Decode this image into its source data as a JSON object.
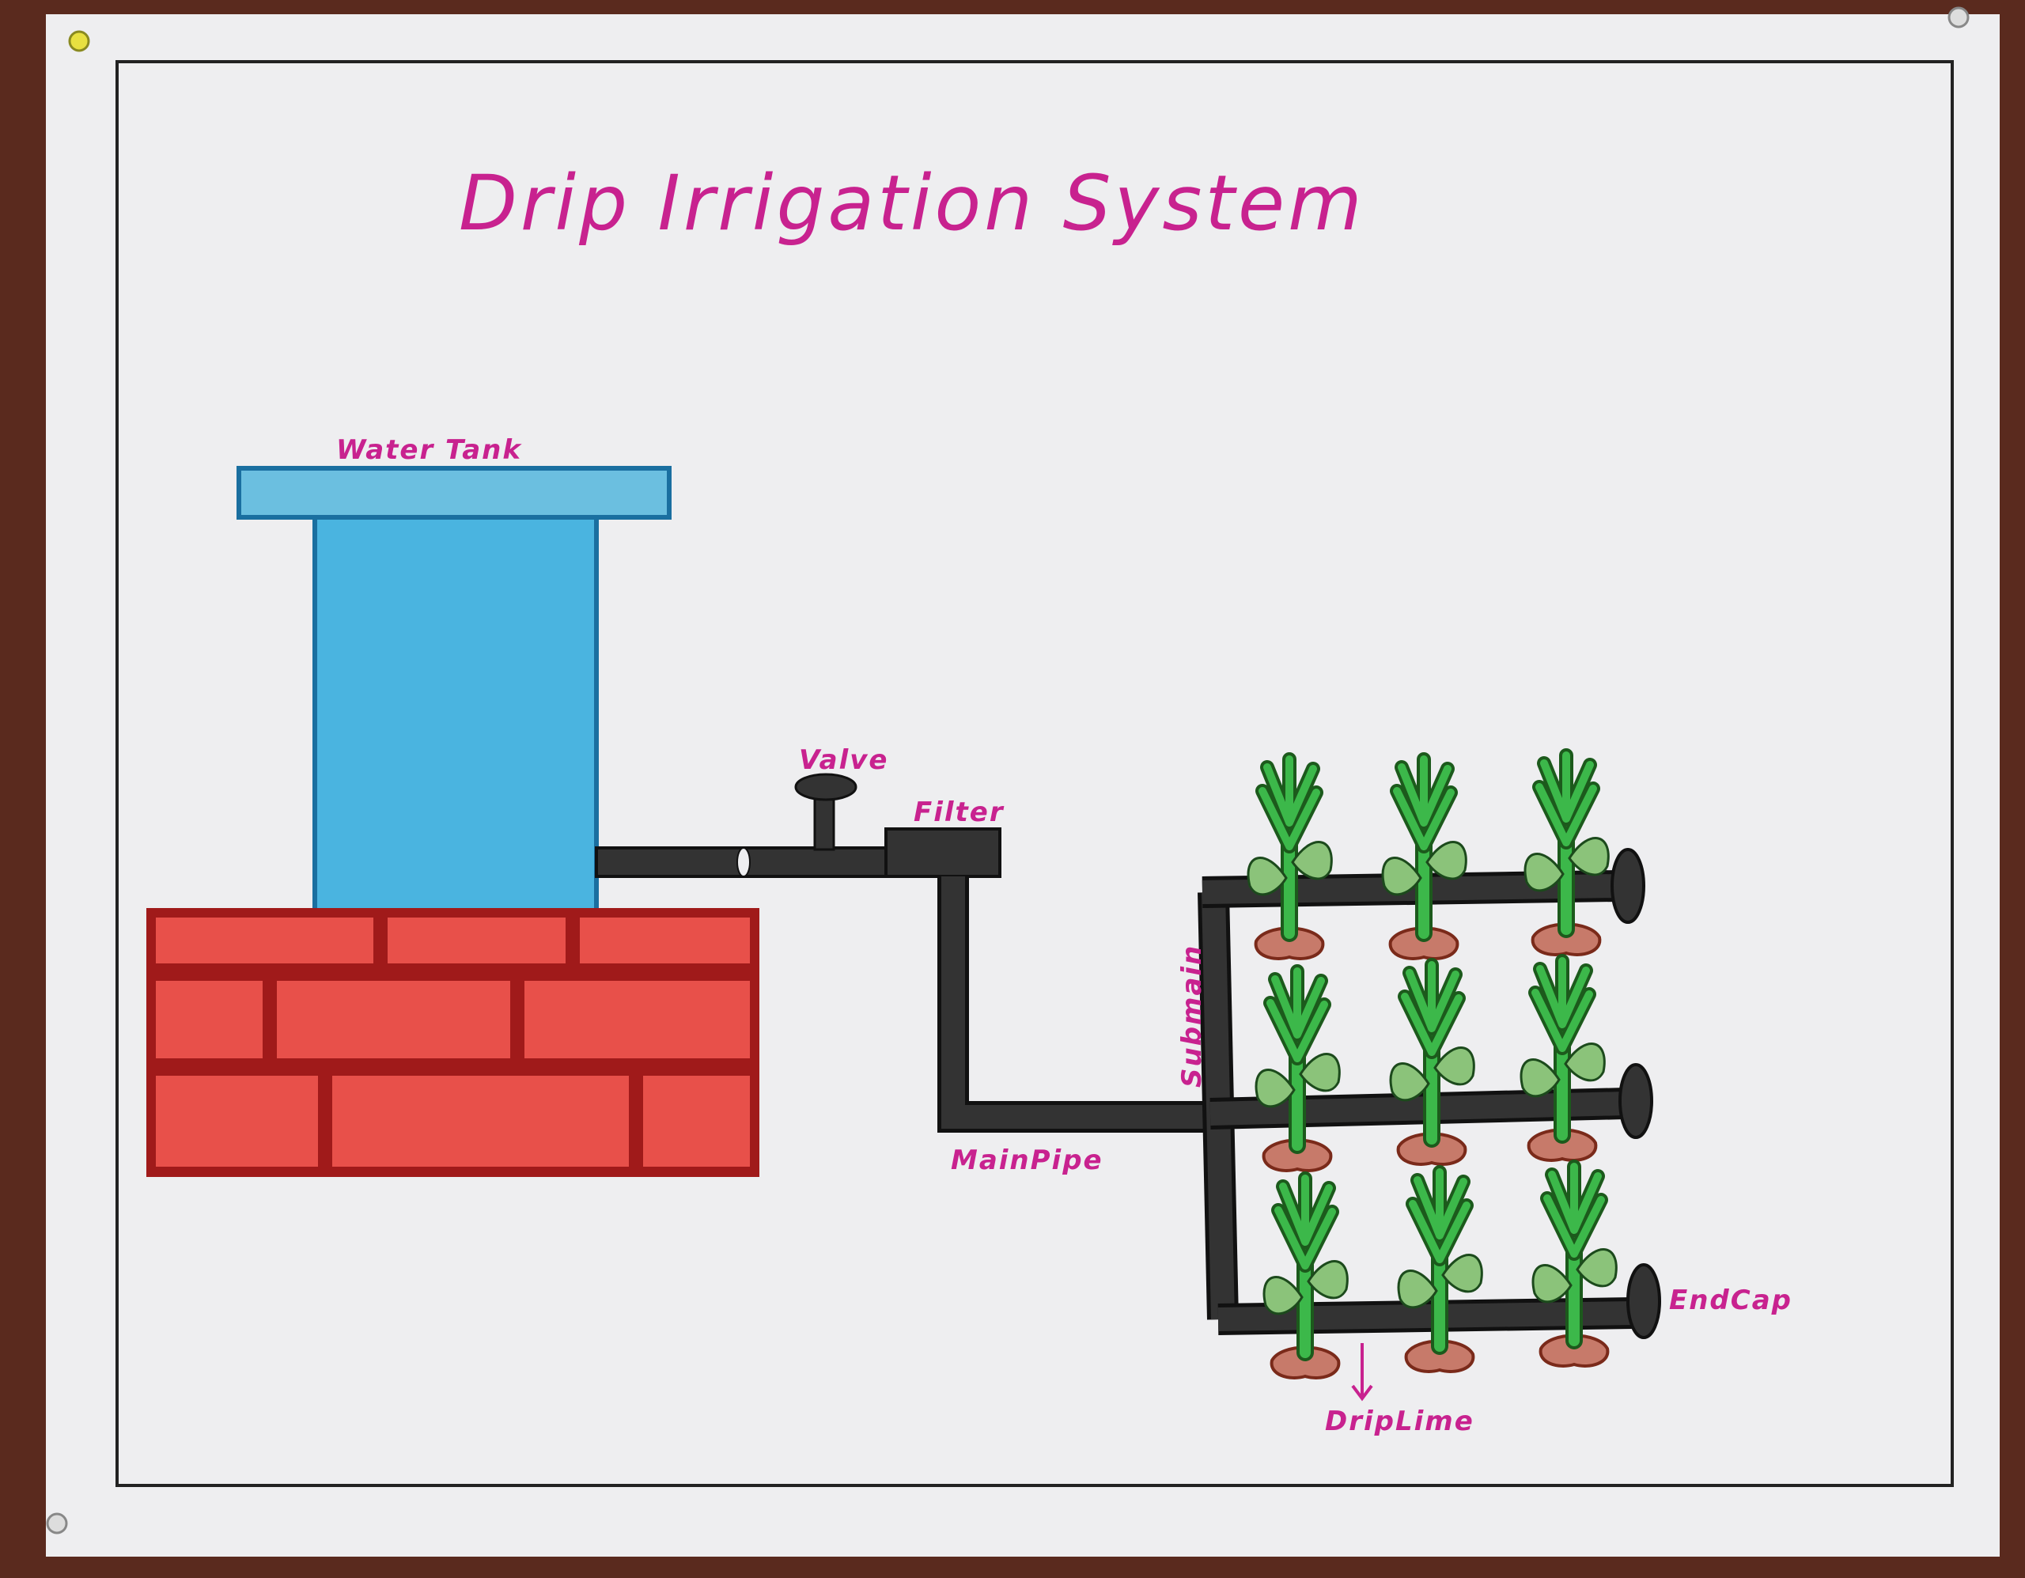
{
  "title": "Drip Irrigation System",
  "labels": {
    "water_tank": "Water Tank",
    "valve": "Valve",
    "filter": "Filter",
    "submain": "Submain",
    "main_pipe": "MainPipe",
    "endcap": "EndCap",
    "dripline": "DripLime"
  },
  "colors": {
    "label": "#c8228f",
    "tank": "#4ab4e0",
    "tank_outline": "#1a6fa0",
    "brick": "#e8504a",
    "brick_outline": "#a01a1a",
    "pipe": "#333333",
    "plant_stem": "#3cb84a",
    "leaf": "#8bc37a",
    "soil": "#c77a6a",
    "paper": "#eeeef0"
  },
  "icons": [
    "pushpin-icon",
    "pushpin-icon",
    "pushpin-icon",
    "pushpin-icon"
  ]
}
